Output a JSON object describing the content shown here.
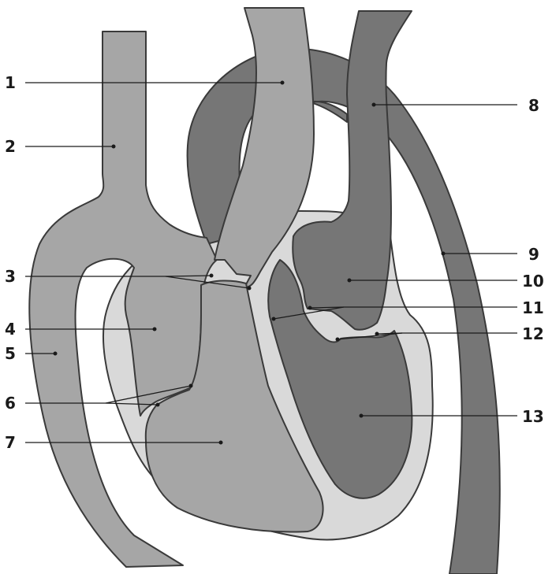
{
  "colors": {
    "deoxygenated": "#a6a6a6",
    "oxygenated": "#767676",
    "wall": "#d9d9d9",
    "outline": "#3a3a3a",
    "label": "#1a1a1a"
  },
  "labels": [
    "1",
    "2",
    "3",
    "4",
    "5",
    "6",
    "7",
    "8",
    "9",
    "10",
    "11",
    "12",
    "13"
  ]
}
